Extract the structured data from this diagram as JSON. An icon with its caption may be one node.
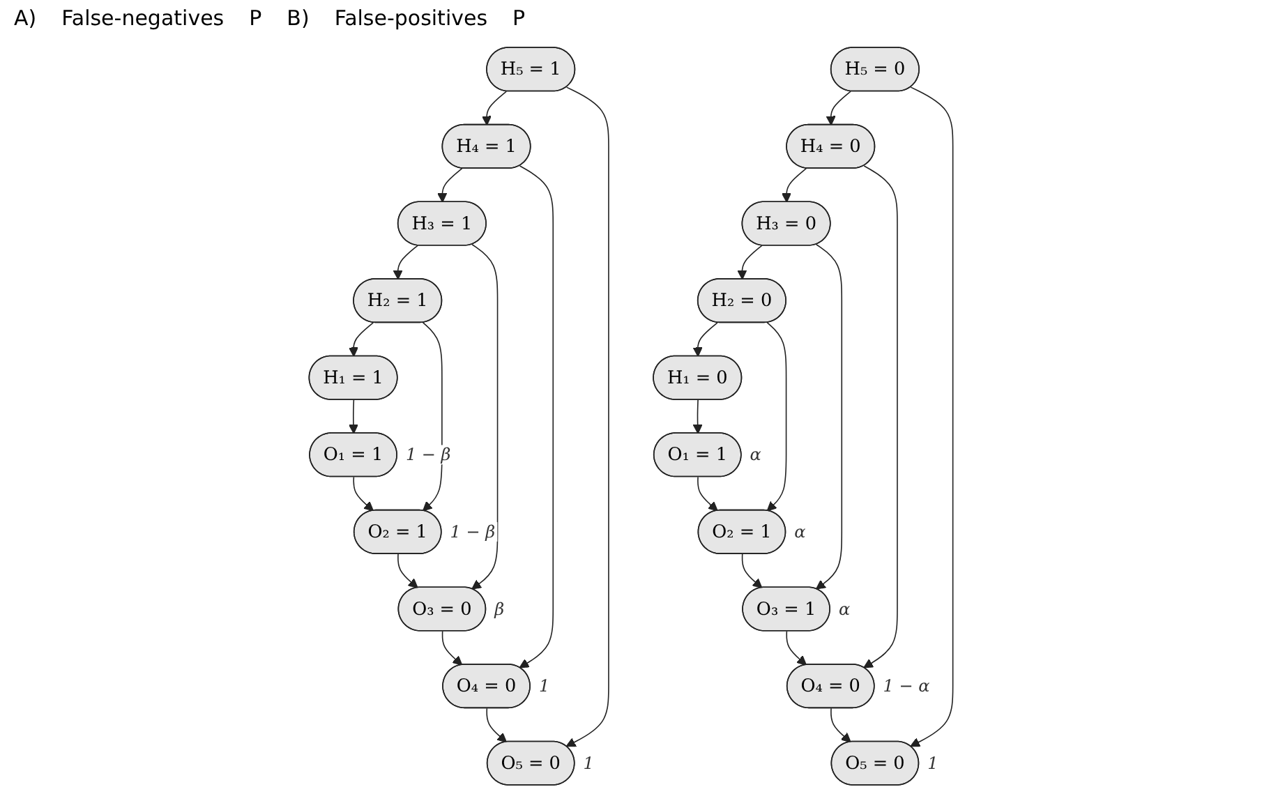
{
  "diagram": {
    "nodes": [
      {
        "text": [
          "H₁ = 1"
        ]
      },
      {
        "text": [
          "O₁ = 1"
        ],
        "beside": [
          "1 − β"
        ]
      },
      {
        "text": [
          "H₂ = 1"
        ]
      },
      {
        "text": [
          "O₂ = 1"
        ],
        "beside": [
          "1 − β"
        ]
      },
      {
        "text": [
          "H₃ = 1"
        ]
      },
      {
        "text": [
          "O₃ = 0"
        ],
        "beside": [
          "β"
        ]
      },
      {
        "text": [
          "H₄ = 1"
        ]
      },
      {
        "text": [
          "O₄ = 0"
        ],
        "beside": [
          "1"
        ]
      },
      {
        "text": [
          "H₅ = 1"
        ]
      },
      {
        "text": [
          "O₅ = 0"
        ],
        "beside": [
          "1"
        ]
      },
      {
        "text": [
          "H₁ = 0"
        ]
      },
      {
        "text": [
          "O₁ = 1"
        ],
        "beside": [
          "α"
        ]
      },
      {
        "text": [
          "H₂ = 0"
        ]
      },
      {
        "text": [
          "O₂ = 1"
        ],
        "beside": [
          "α"
        ]
      },
      {
        "text": [
          "H₃ = 0"
        ]
      },
      {
        "text": [
          "O₃ = 1"
        ],
        "beside": [
          "α"
        ]
      },
      {
        "text": [
          "H₄ = 0"
        ]
      },
      {
        "text": [
          "O₄ = 0"
        ],
        "beside": [
          "1 − α"
        ]
      },
      {
        "text": [
          "H₅ = 0"
        ]
      },
      {
        "text": [
          "O₅ = 0"
        ],
        "beside": [
          "1"
        ]
      }
    ],
    "edges": [
      {
        "from": 0,
        "to": 1,
        "arrow": "to"
      },
      {
        "from": 1,
        "to": 3,
        "arrow": "to"
      },
      {
        "from": 2,
        "to": 0,
        "arrow": "to"
      },
      {
        "from": 2,
        "to": 3,
        "arrow": "to"
      },
      {
        "from": 3,
        "to": 5,
        "arrow": "to"
      },
      {
        "from": 4,
        "to": 2,
        "arrow": "to"
      },
      {
        "from": 4,
        "to": 5,
        "arrow": "to"
      },
      {
        "from": 5,
        "to": 7,
        "arrow": "to"
      },
      {
        "from": 6,
        "to": 4,
        "arrow": "to"
      },
      {
        "from": 6,
        "to": 7,
        "arrow": "to"
      },
      {
        "from": 7,
        "to": 9,
        "arrow": "to"
      },
      {
        "from": 8,
        "to": 6,
        "arrow": "to"
      },
      {
        "from": 8,
        "to": 9,
        "arrow": "to"
      },
      {
        "from": 10,
        "to": 11,
        "arrow": "to"
      },
      {
        "from": 11,
        "to": 13,
        "arrow": "to"
      },
      {
        "from": 12,
        "to": 10,
        "arrow": "to"
      },
      {
        "from": 12,
        "to": 13,
        "arrow": "to"
      },
      {
        "from": 13,
        "to": 15,
        "arrow": "to"
      },
      {
        "from": 14,
        "to": 12,
        "arrow": "to"
      },
      {
        "from": 14,
        "to": 15,
        "arrow": "to"
      },
      {
        "from": 15,
        "to": 17,
        "arrow": "to"
      },
      {
        "from": 16,
        "to": 14,
        "arrow": "to"
      },
      {
        "from": 16,
        "to": 17,
        "arrow": "to"
      },
      {
        "from": 17,
        "to": 19,
        "arrow": "to"
      },
      {
        "from": 18,
        "to": 16,
        "arrow": "to"
      },
      {
        "from": 18,
        "to": 19,
        "arrow": "to"
      }
    ],
    "labels": [
      "A)",
      "False-negatives",
      "P",
      "B)",
      "False-positives",
      "P"
    ]
  }
}
